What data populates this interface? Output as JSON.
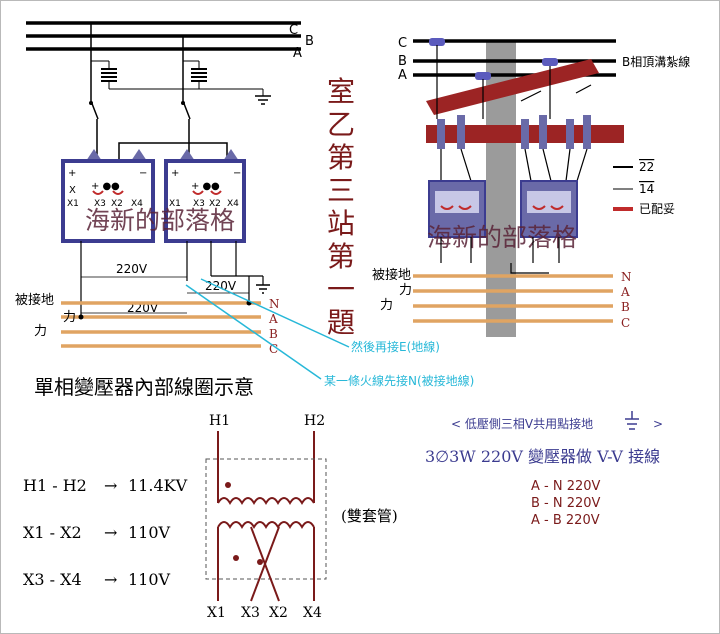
{
  "left_panel": {
    "phase_labels": [
      "C",
      "B",
      "A"
    ],
    "transformer_terminals": [
      "X1",
      "X3",
      "X2",
      "X4"
    ],
    "voltage_secondary_top": "220V",
    "voltage_secondary_mid": "220V",
    "voltage_bottom": "220V",
    "grounded_label": "被接地",
    "power_label": "力",
    "bus_labels": [
      "N",
      "A",
      "B",
      "C"
    ],
    "watermark": "海新的部落格",
    "note_then_ground": "然後再接E(地線)",
    "note_first_neutral": "某一條火線先接N(被接地線)"
  },
  "vertical_title": [
    "室",
    "乙",
    "第",
    "三",
    "站",
    "第",
    "一",
    "題"
  ],
  "right_panel": {
    "phase_labels": [
      "C",
      "B",
      "A"
    ],
    "b_phase_tie": "B相頂溝紮線",
    "legend": [
      {
        "label": "22",
        "color": "#000000"
      },
      {
        "label": "14",
        "color": "#000000"
      },
      {
        "label": "已配妥",
        "color": "#c02b2b"
      }
    ],
    "watermark": "海新的部落格",
    "grounded_label": "被接地",
    "power_label": "力",
    "bus_labels": [
      "N",
      "A",
      "B",
      "C"
    ]
  },
  "section_title": "單相變壓器內部線圈示意",
  "coil": {
    "h1": "H1",
    "h2": "H2",
    "x_labels": [
      "X1",
      "X3",
      "X2",
      "X4"
    ],
    "double_sleeve": "(雙套管)",
    "ratings": [
      {
        "pair": "H1 - H2",
        "value": "11.4KV"
      },
      {
        "pair": "X1 - X2",
        "value": "110V"
      },
      {
        "pair": "X3 - X4",
        "value": "110V"
      }
    ],
    "arrow": "→"
  },
  "info": {
    "common_ground": "< 低壓側三相V共用點接地",
    "close_bracket": ">",
    "title": "3∅3W 220V 變壓器做 V-V 接線",
    "voltages": [
      "A - N  220V",
      "B - N  220V",
      "A - B  220V"
    ]
  },
  "colors": {
    "transformer_fill": "#6a6aa8",
    "transformer_border": "#3c3c90",
    "bus_orange": "#e0a462",
    "cyan_note": "#27b8d8",
    "maroon": "#7a1a1a",
    "crossarm_red": "#9c2424",
    "pole_gray": "#9b9b9b"
  }
}
